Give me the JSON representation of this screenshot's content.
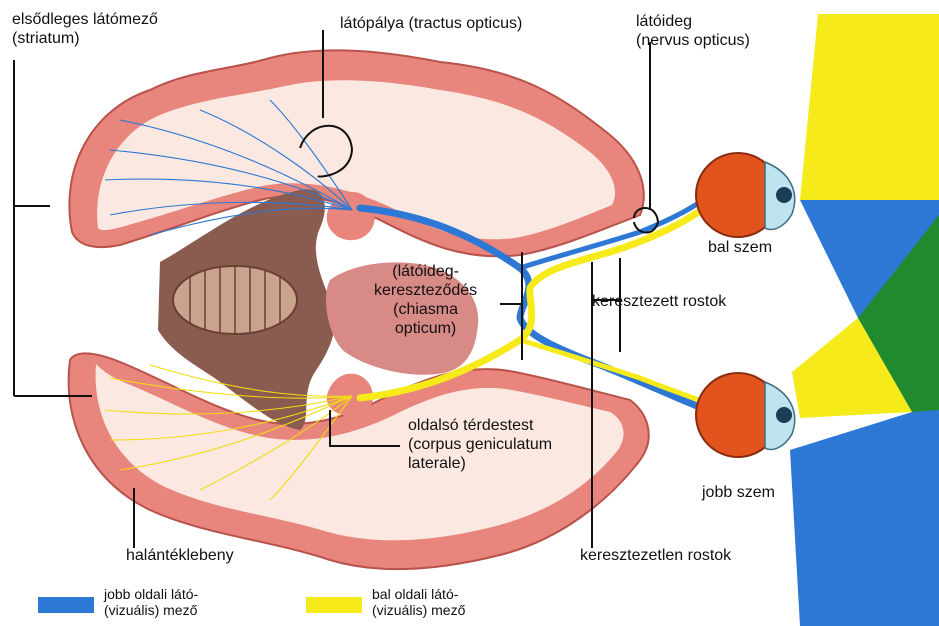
{
  "labels": {
    "primary_visual_cortex": [
      "elsődleges látómező",
      "(striatum)"
    ],
    "optic_tract": "látópálya (tractus opticus)",
    "optic_nerve": [
      "látóideg",
      "(nervus opticus)"
    ],
    "left_eye": "bal szem",
    "optic_chiasm": [
      "(látóideg-",
      "kereszteződés",
      "(chiasma",
      "opticum)"
    ],
    "crossed_fibers": "keresztezett rostok",
    "lateral_geniculate": [
      "oldalsó térdestest",
      "(corpus geniculatum",
      "laterale)"
    ],
    "right_eye": "jobb szem",
    "temporal_lobe": "halántéklebeny",
    "uncrossed_fibers": "keresztezetlen rostok"
  },
  "legend": [
    {
      "text": [
        "jobb oldali látó-",
        "(vizuális) mező"
      ],
      "color": "#2c78d4"
    },
    {
      "text": [
        "bal oldali látó-",
        "(vizuális) mező"
      ],
      "color": "#f7ea1a"
    }
  ],
  "colors": {
    "right_visual_field": "#2c78d4",
    "left_visual_field": "#f7ea1a",
    "overlap_field": "#1f8a2e",
    "cortex": "#e8857d",
    "white_matter": "#fbe9e1",
    "eye": "#e2541d"
  }
}
